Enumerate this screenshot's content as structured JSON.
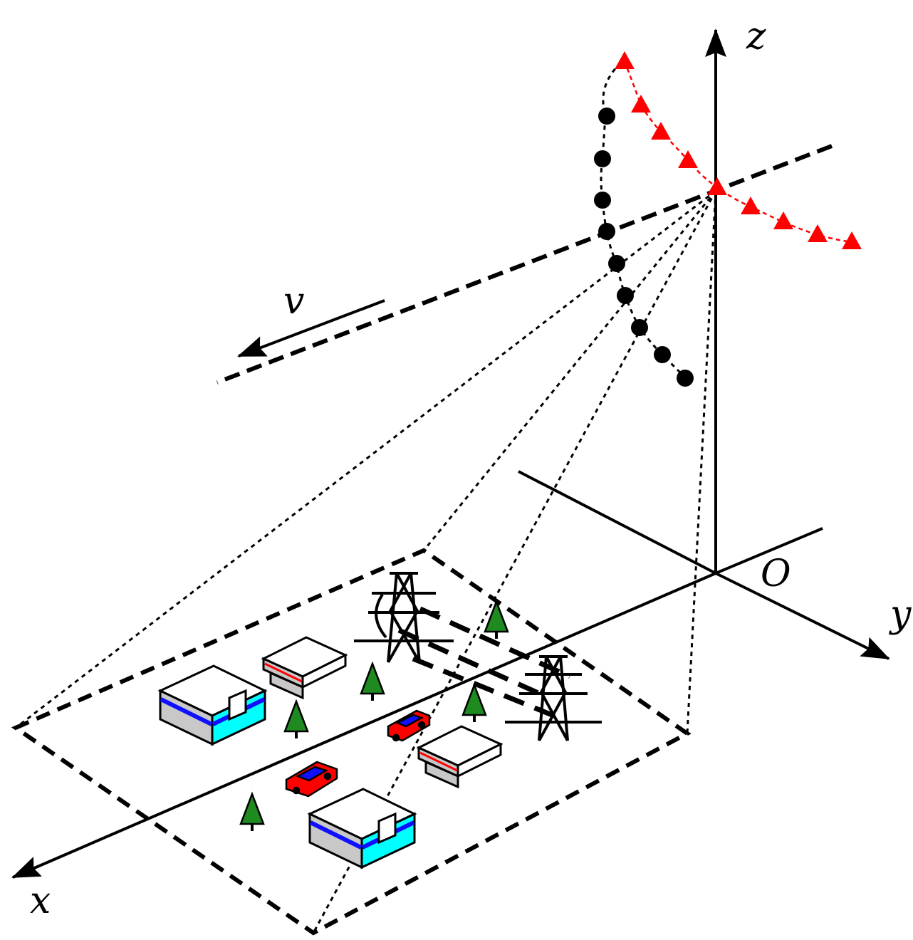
{
  "labels": {
    "z_axis": "z",
    "y_axis": "y",
    "x_axis": "x",
    "origin": "O",
    "velocity": "v"
  },
  "colors": {
    "line": "#000000",
    "triangle_marker": "#ff0000",
    "dot_marker": "#000000",
    "tree": "#1f8a1f",
    "car": "#ff0000",
    "building_roof": "#ffffff",
    "building_stripe": "#1010ff",
    "building_glass": "#00ffff",
    "building_wall": "#c8c8c8"
  },
  "icons": [
    "tree-icon",
    "car-icon",
    "building-icon",
    "transmission-tower-icon"
  ]
}
